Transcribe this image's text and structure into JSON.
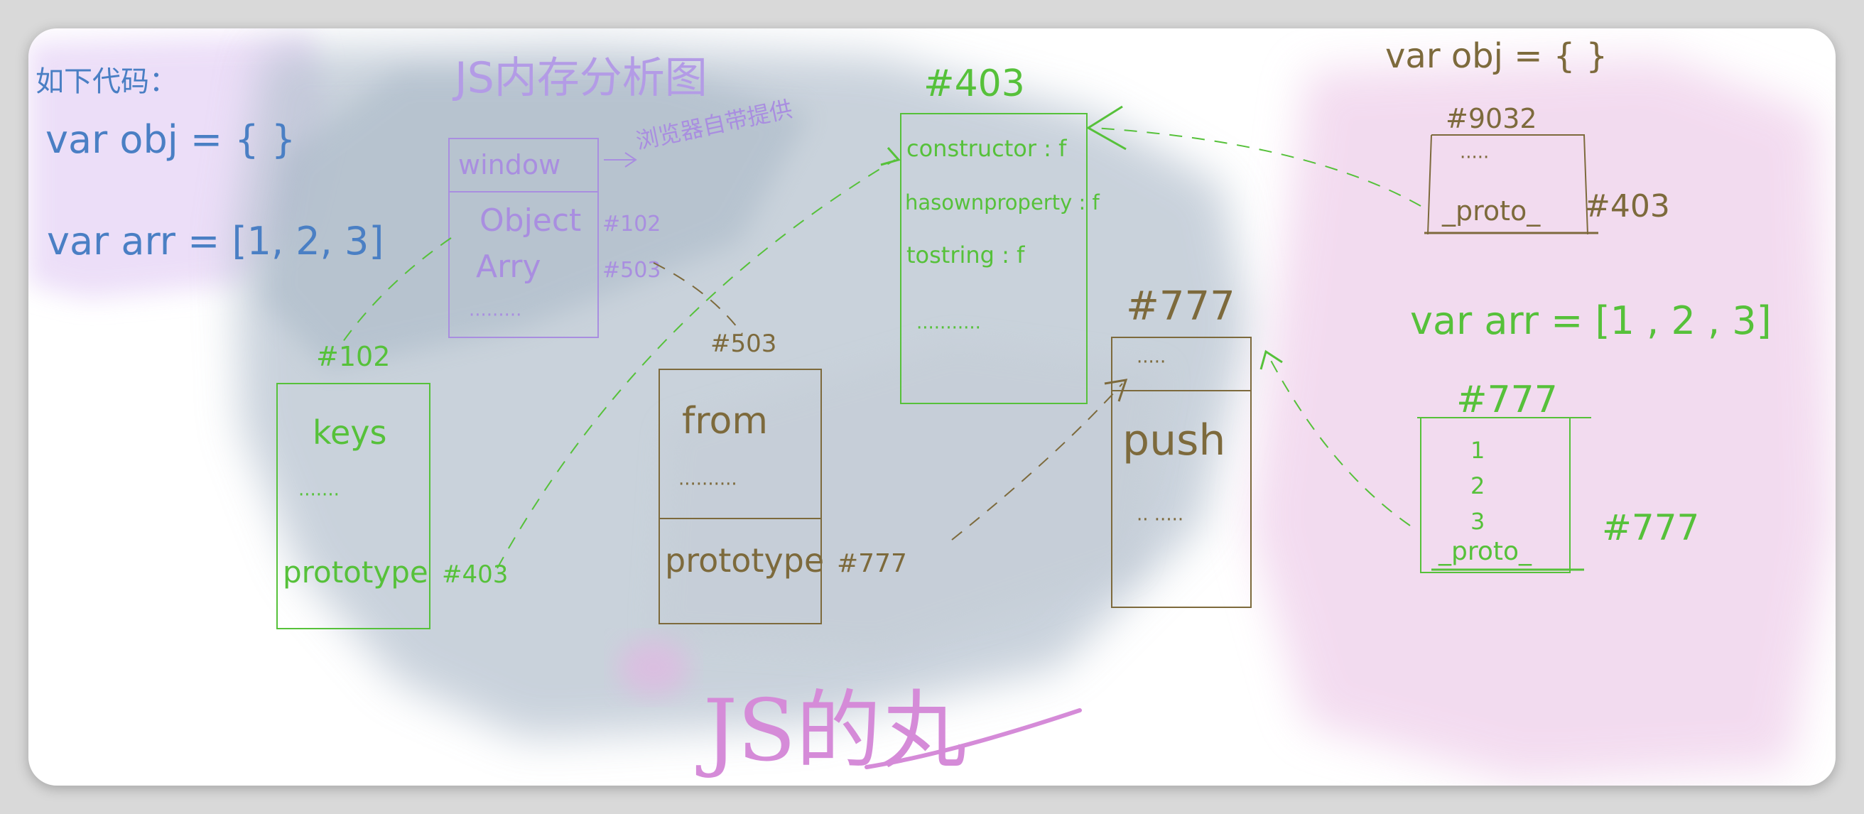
{
  "colors": {
    "blue_ink": "#4a7fc4",
    "purple_ink": "#a98ee0",
    "green_ink": "#56c13a",
    "brown_ink": "#7d6a3c",
    "pink_ink": "#d58bd8",
    "slate_wash": "#a9b7c6",
    "lilac_wash": "#e9d9f7",
    "pink_wash": "#efcfe9"
  },
  "code_note": {
    "heading": "如下代码：",
    "line1": "var obj = { }",
    "line2": "var arr = [1, 2, 3]"
  },
  "diagram_title": "JS内存分析图",
  "browser_note": "浏览器自带提供",
  "window_box": {
    "title": "window",
    "row1": "Object",
    "row2": "Arry",
    "more": "·········",
    "ref1": "#102",
    "ref2": "#503"
  },
  "box_102": {
    "id": "#102",
    "row1": "keys",
    "more": "·······",
    "row2": "prototype",
    "ref": "#403"
  },
  "box_503": {
    "id": "#503",
    "row1": "from",
    "more": "··········",
    "row2": "prototype",
    "ref": "#777"
  },
  "box_403": {
    "id": "#403",
    "row1": "constructor : f",
    "row2": "hasownproperty : f",
    "row3": "tostring : f",
    "more": "···········"
  },
  "box_777": {
    "id": "#777",
    "more_top": "·····",
    "row1": "push",
    "more": "·· ·····"
  },
  "obj_code": "var obj = { }",
  "box_9032": {
    "id": "#9032",
    "more": "·····",
    "proto": "_proto_",
    "ref": "#403"
  },
  "arr_code": "var arr = [1 , 2 , 3]",
  "box_arr": {
    "id": "#777",
    "items": [
      "1",
      "2",
      "3"
    ],
    "proto": "_proto_",
    "ref": "#777"
  },
  "footer_title": "JS的丸"
}
